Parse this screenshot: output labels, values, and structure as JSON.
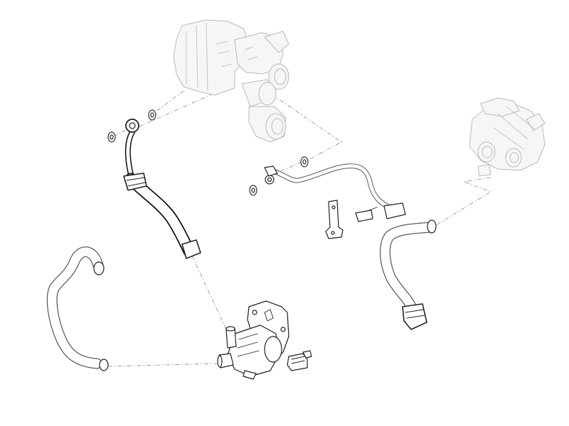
{
  "diagram": {
    "kind": "exploded parts view",
    "components": [
      {
        "id": "turbocharger",
        "icon": "turbocharger-icon",
        "style": "ghosted"
      },
      {
        "id": "thermostat-housing",
        "icon": "thermostat-housing-icon",
        "style": "ghosted"
      },
      {
        "id": "coolant-feed-line",
        "icon": "coolant-line-icon",
        "style": "highlighted"
      },
      {
        "id": "coolant-return-pipe",
        "icon": "coolant-pipe-icon",
        "style": "outline"
      },
      {
        "id": "auxiliary-water-pump",
        "icon": "water-pump-icon",
        "style": "outline"
      },
      {
        "id": "bypass-hose",
        "icon": "hose-icon",
        "style": "outline"
      },
      {
        "id": "return-hose",
        "icon": "hose-icon",
        "style": "outline"
      },
      {
        "id": "mounting-bracket",
        "icon": "bracket-icon",
        "style": "outline"
      },
      {
        "id": "electrical-connector",
        "icon": "connector-icon",
        "style": "outline"
      }
    ],
    "seal_washers": 4,
    "colors": {
      "highlight": "#111111",
      "outline": "#5a5a5a",
      "ghost": "#b9b9b9",
      "leader": "#888888"
    }
  }
}
